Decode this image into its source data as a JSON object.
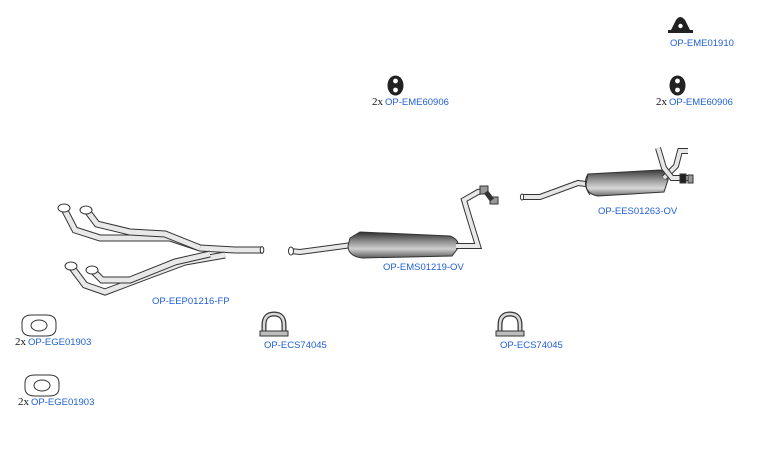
{
  "colors": {
    "background": "#ffffff",
    "link": "#1f5fd6",
    "outline": "#333333",
    "muffler_dark": "#4a4a4a",
    "muffler_light": "#d6d6d6",
    "rubber": "#222222"
  },
  "parts": [
    {
      "id": "rubber_mount_top",
      "code": "OP-EME01910",
      "qty": "",
      "icon": "rubber-mount-icon"
    },
    {
      "id": "hanger_mid",
      "code": "OP-EME60906",
      "qty": "2x",
      "icon": "rubber-ring-hanger-icon"
    },
    {
      "id": "hanger_right",
      "code": "OP-EME60906",
      "qty": "2x",
      "icon": "rubber-ring-hanger-icon"
    },
    {
      "id": "rear_silencer",
      "code": "OP-EES01263-OV",
      "qty": "",
      "icon": "rear-silencer-icon"
    },
    {
      "id": "front_pipe",
      "code": "OP-EEP01216-FP",
      "qty": "",
      "icon": "front-pipe-icon"
    },
    {
      "id": "middle_silencer",
      "code": "OP-EMS01219-OV",
      "qty": "",
      "icon": "middle-silencer-icon"
    },
    {
      "id": "gasket_1",
      "code": "OP-EGE01903",
      "qty": "2x",
      "icon": "flange-gasket-icon"
    },
    {
      "id": "gasket_2",
      "code": "OP-EGE01903",
      "qty": "2x",
      "icon": "flange-gasket-icon"
    },
    {
      "id": "clamp_1",
      "code": "OP-ECS74045",
      "qty": "",
      "icon": "pipe-clamp-icon"
    },
    {
      "id": "clamp_2",
      "code": "OP-ECS74045",
      "qty": "",
      "icon": "pipe-clamp-icon"
    }
  ]
}
